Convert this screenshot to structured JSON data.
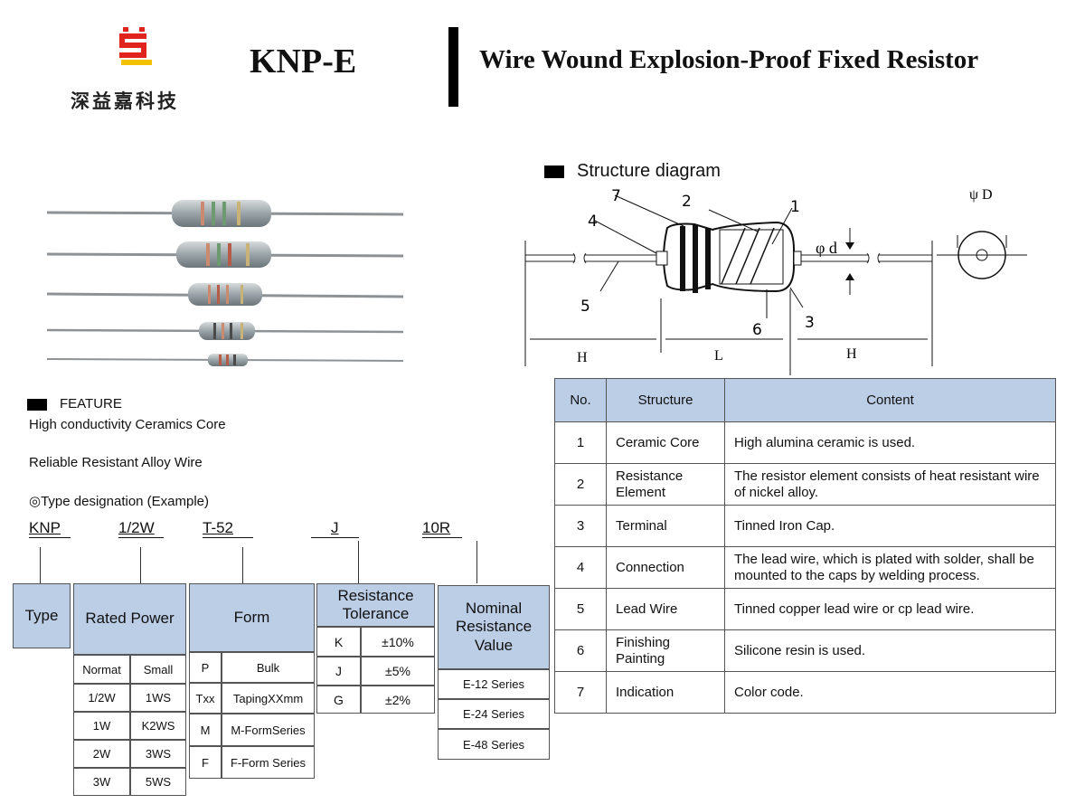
{
  "header": {
    "company_cn": "深益嘉科技",
    "model": "KNP-E",
    "title": "Wire Wound Explosion-Proof Fixed Resistor"
  },
  "colors": {
    "logo_red": "#e0231c",
    "logo_yellow": "#f2c200",
    "table_header": "#bccde6"
  },
  "features": {
    "heading": "FEATURE",
    "items": [
      "High conductivity Ceramics Core",
      "Reliable Resistant Alloy Wire"
    ]
  },
  "type_designation": {
    "heading": "◎Type designation (Example)",
    "codes": [
      "KNP",
      "1/2W",
      "T-52",
      "J",
      "10R"
    ],
    "type_label": "Type",
    "rated_power": {
      "label": "Rated Power",
      "columns": [
        "Normat",
        "Small"
      ],
      "rows": [
        [
          "1/2W",
          "1WS"
        ],
        [
          "1W",
          "K2WS"
        ],
        [
          "2W",
          "3WS"
        ],
        [
          "3W",
          "5WS"
        ]
      ]
    },
    "form": {
      "label": "Form",
      "rows": [
        [
          "P",
          "Bulk"
        ],
        [
          "Txx",
          "TapingXXmm"
        ],
        [
          "M",
          "M-FormSeries"
        ],
        [
          "F",
          "F-Form Series"
        ]
      ]
    },
    "tolerance": {
      "label": "Resistance Tolerance",
      "rows": [
        [
          "K",
          "±10%"
        ],
        [
          "J",
          "±5%"
        ],
        [
          "G",
          "±2%"
        ]
      ]
    },
    "nominal": {
      "label": "Nominal Resistance Value",
      "rows": [
        "E-12 Series",
        "E-24 Series",
        "E-48 Series"
      ]
    }
  },
  "structure_diagram": {
    "heading": "Structure diagram",
    "callouts": [
      "1",
      "2",
      "3",
      "4",
      "5",
      "6",
      "7"
    ],
    "dims": {
      "H": "H",
      "L": "L",
      "phi_d": "φ d",
      "phi_D": "ψ D"
    }
  },
  "structure_table": {
    "headers": [
      "No.",
      "Structure",
      "Content"
    ],
    "rows": [
      [
        "1",
        "Ceramic Core",
        "High alumina ceramic is used."
      ],
      [
        "2",
        "Resistance Element",
        "The resistor element consists of heat resistant wire of nickel alloy."
      ],
      [
        "3",
        "Terminal",
        "Tinned Iron Cap."
      ],
      [
        "4",
        "Connection",
        "The lead wire, which is plated with solder, shall be mounted to the caps by welding process."
      ],
      [
        "5",
        "Lead Wire",
        "Tinned copper lead wire or cp lead wire."
      ],
      [
        "6",
        "Finishing Painting",
        "Silicone resin is used."
      ],
      [
        "7",
        "Indication",
        "Color code."
      ]
    ]
  }
}
